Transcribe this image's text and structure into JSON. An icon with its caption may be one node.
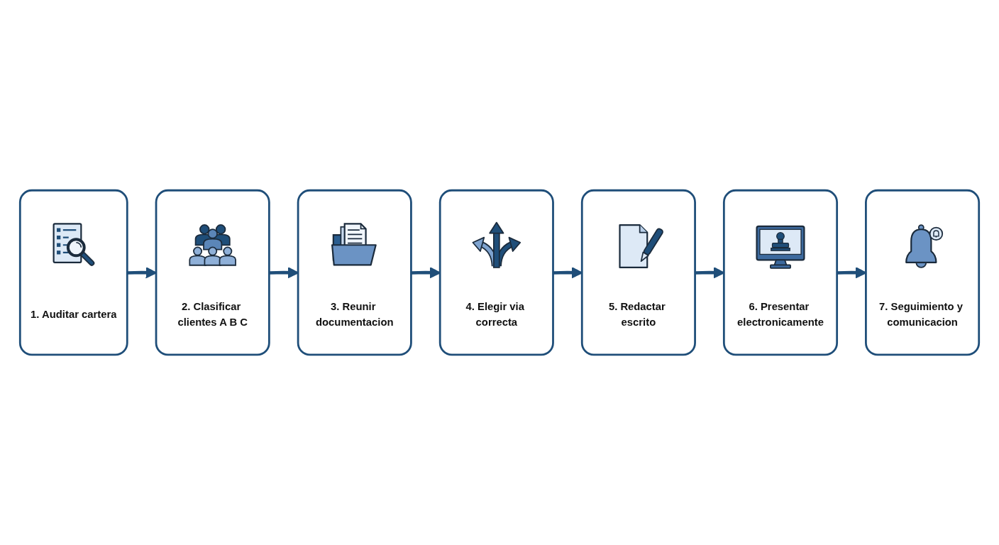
{
  "diagram": {
    "nodes": [
      {
        "text": [
          "1. Auditar cartera"
        ]
      },
      {
        "text": [
          "2. Clasificar clientes A B C"
        ]
      },
      {
        "text": [
          "3. Reunir documentacion"
        ]
      },
      {
        "text": [
          "4. Elegir via correcta"
        ]
      },
      {
        "text": [
          "5. Redactar escrito"
        ]
      },
      {
        "text": [
          "6. Presentar electronicamente"
        ]
      },
      {
        "text": [
          "7. Seguimiento y comunicacion"
        ]
      }
    ],
    "edges": [
      {
        "from": 0,
        "to": 1,
        "arrow": "to"
      },
      {
        "from": 1,
        "to": 2,
        "arrow": "to"
      },
      {
        "from": 2,
        "to": 3,
        "arrow": "to"
      },
      {
        "from": 3,
        "to": 4,
        "arrow": "to"
      },
      {
        "from": 4,
        "to": 5,
        "arrow": "to"
      },
      {
        "from": 5,
        "to": 6,
        "arrow": "to"
      }
    ]
  }
}
